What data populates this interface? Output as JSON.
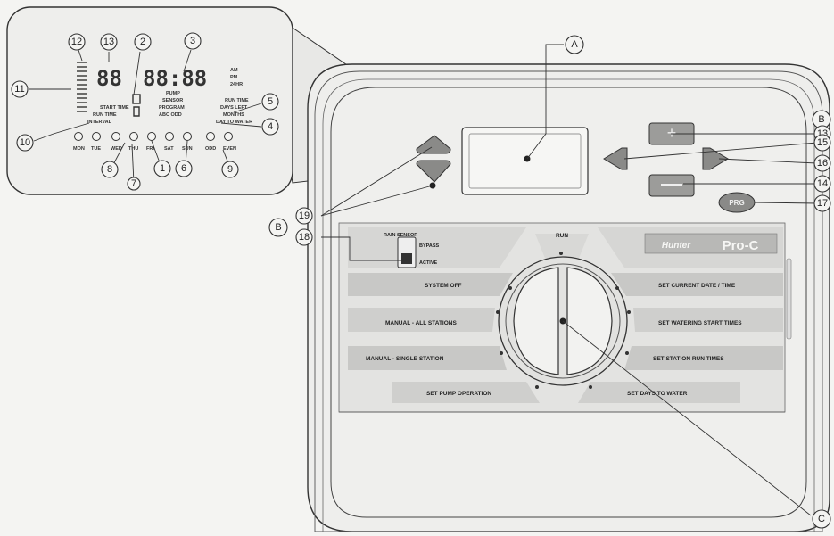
{
  "colors": {
    "background": "#f4f4f2",
    "body_fill": "#ececea",
    "band_dark": "#c4c4c2",
    "band_light": "#dadad8",
    "line": "#333333"
  },
  "lcd": {
    "digits_left": "88",
    "digits_right": "88:88",
    "ampm": [
      "AM",
      "PM",
      "24HR"
    ],
    "left_labels": [
      "START TIME",
      "RUN TIME",
      "INTERVAL"
    ],
    "middle_labels": [
      "PUMP",
      "SENSOR",
      "PROGRAM",
      "ABC ODD"
    ],
    "right_labels": [
      "RUN TIME",
      "DAYS LEFT",
      "MONTHS",
      "DAY TO WATER"
    ],
    "day_labels": [
      "MON",
      "TUE",
      "WED",
      "THU",
      "FRI",
      "SAT",
      "SUN",
      "ODD",
      "EVEN"
    ]
  },
  "rain_sensor": {
    "title": "RAIN SENSOR",
    "bypass": "BYPASS",
    "active": "ACTIVE"
  },
  "dial": {
    "run": "RUN",
    "left_labels": [
      "SYSTEM OFF",
      "MANUAL - ALL STATIONS",
      "MANUAL - SINGLE STATION",
      "SET PUMP OPERATION"
    ],
    "right_labels": [
      "SET CURRENT DATE / TIME",
      "SET WATERING START TIMES",
      "SET STATION RUN TIMES",
      "SET DAYS TO WATER"
    ]
  },
  "brand": {
    "maker": "Hunter",
    "model": "Pro-C"
  },
  "prg_button": "PRG",
  "callouts": {
    "A": "A",
    "B_top": "B",
    "B_left": "B",
    "C": "C",
    "n1": "1",
    "n2": "2",
    "n3": "3",
    "n4": "4",
    "n5": "5",
    "n6": "6",
    "n7": "7",
    "n8": "8",
    "n9": "9",
    "n10": "10",
    "n11": "11",
    "n12": "12",
    "n13_lcd": "13",
    "n13": "13",
    "n14": "14",
    "n15": "15",
    "n16": "16",
    "n17": "17",
    "n18": "18",
    "n19": "19"
  }
}
